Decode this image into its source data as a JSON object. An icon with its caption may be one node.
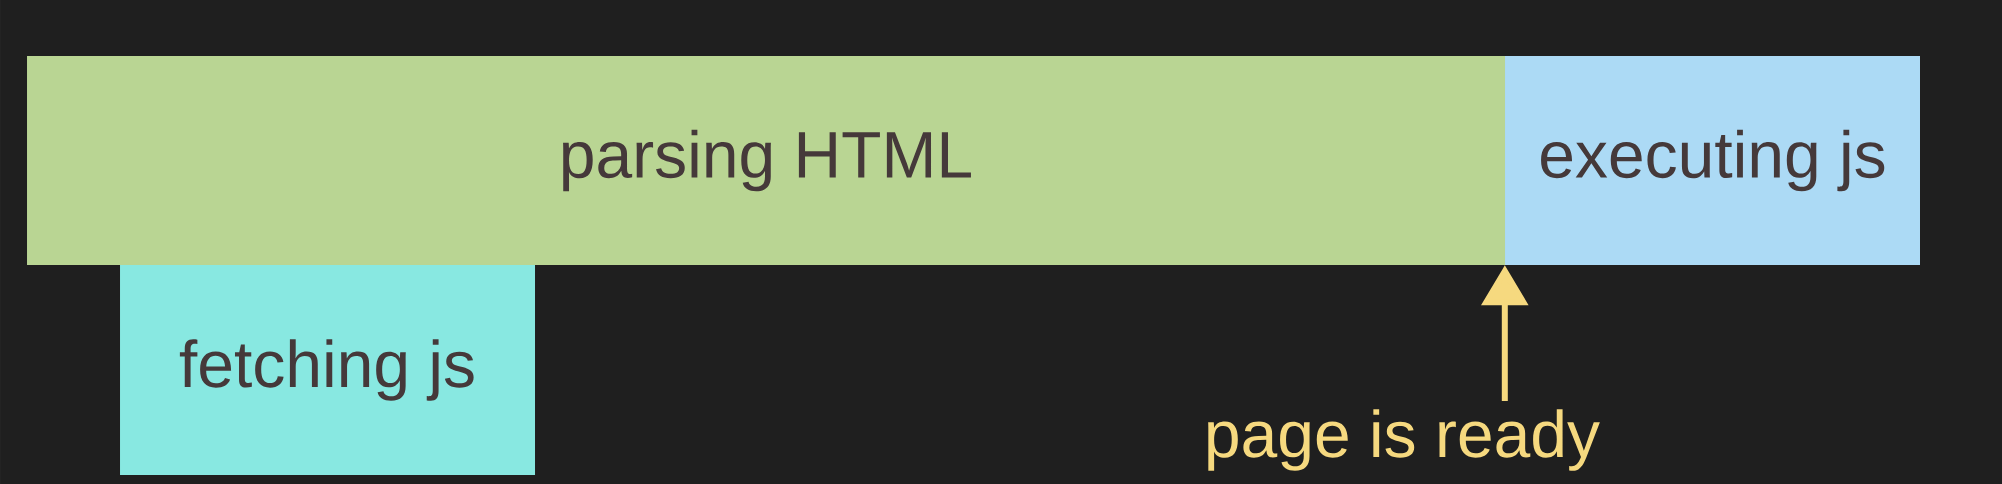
{
  "diagram": {
    "nodes": [
      {
        "text": [
          "parsing HTML"
        ]
      },
      {
        "text": [
          "executing js"
        ]
      },
      {
        "text": [
          "fetching js"
        ]
      },
      {
        "text": [
          "page is ready"
        ]
      }
    ],
    "edges": [
      {
        "from": 3,
        "to": 1,
        "arrow": "to"
      }
    ]
  }
}
